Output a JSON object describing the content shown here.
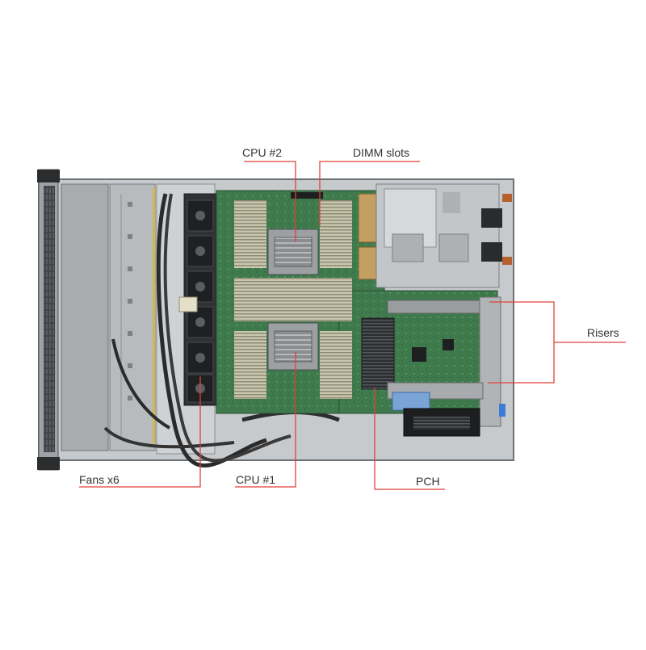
{
  "diagram": {
    "accent_color": "#e0413b",
    "chassis_color": "#b9bcbf",
    "board_color": "#3f7a4d",
    "callouts": [
      {
        "id": "cpu2",
        "label": "CPU #2"
      },
      {
        "id": "dimm",
        "label": "DIMM slots"
      },
      {
        "id": "risers",
        "label": "Risers"
      },
      {
        "id": "fans",
        "label": "Fans x6"
      },
      {
        "id": "cpu1",
        "label": "CPU #1"
      },
      {
        "id": "pch",
        "label": "PCH"
      }
    ]
  }
}
